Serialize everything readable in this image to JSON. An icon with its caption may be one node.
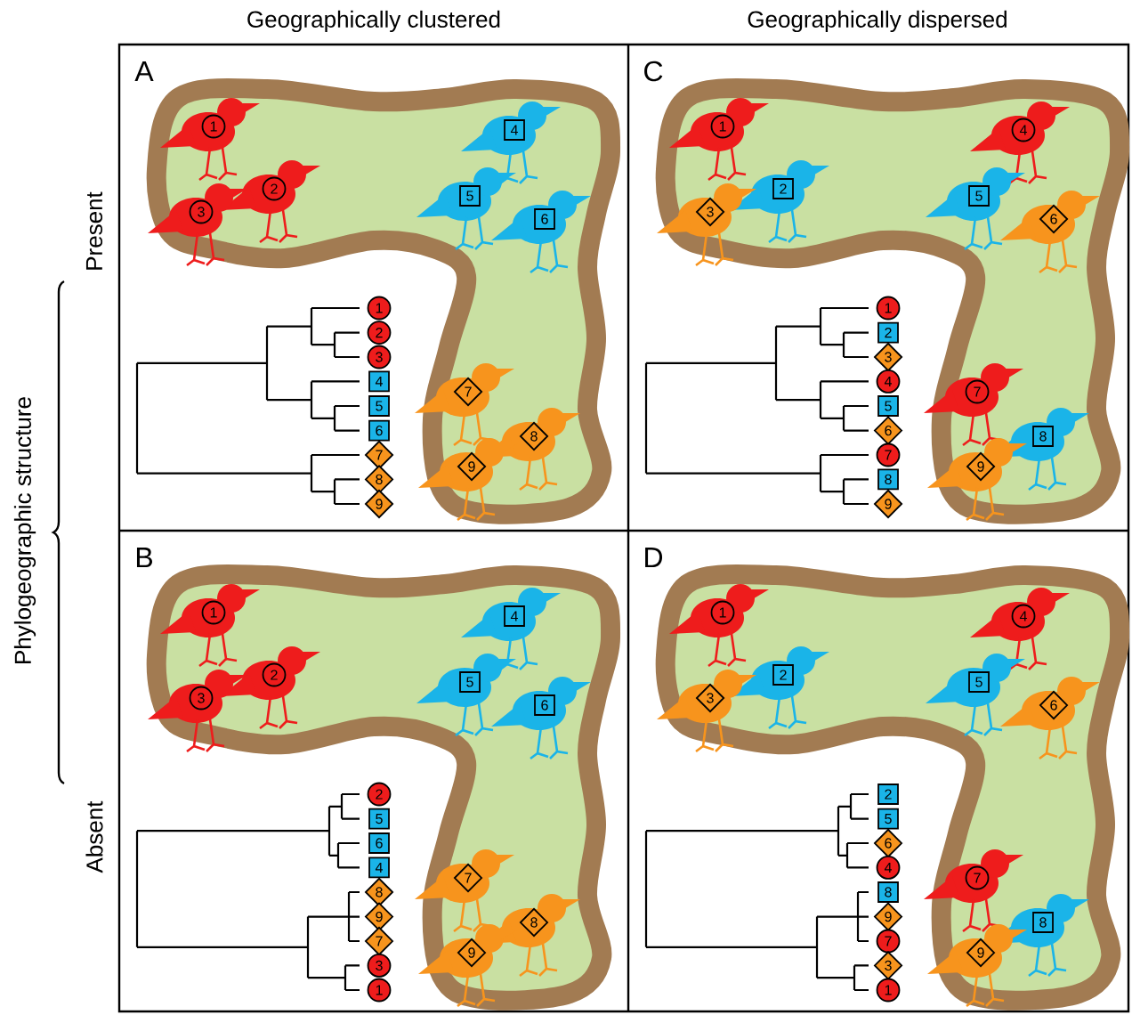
{
  "diagram": {
    "labels": [
      "Geographically clustered",
      "Geographically dispersed",
      "Present",
      "Absent",
      "Phylogeographic structure",
      "A",
      "1",
      "2",
      "3",
      "4",
      "5",
      "6",
      "7",
      "8",
      "9",
      "1",
      "2",
      "3",
      "4",
      "5",
      "6",
      "7",
      "8",
      "9",
      "C",
      "1",
      "2",
      "3",
      "4",
      "5",
      "6",
      "7",
      "8",
      "9",
      "1",
      "2",
      "3",
      "4",
      "5",
      "6",
      "7",
      "8",
      "9",
      "B",
      "1",
      "2",
      "3",
      "4",
      "5",
      "6",
      "7",
      "8",
      "9",
      "2",
      "5",
      "6",
      "4",
      "8",
      "9",
      "7",
      "3",
      "1",
      "D",
      "1",
      "2",
      "3",
      "4",
      "5",
      "6",
      "7",
      "8",
      "9",
      "2",
      "5",
      "6",
      "4",
      "8",
      "9",
      "7",
      "3",
      "1"
    ]
  }
}
